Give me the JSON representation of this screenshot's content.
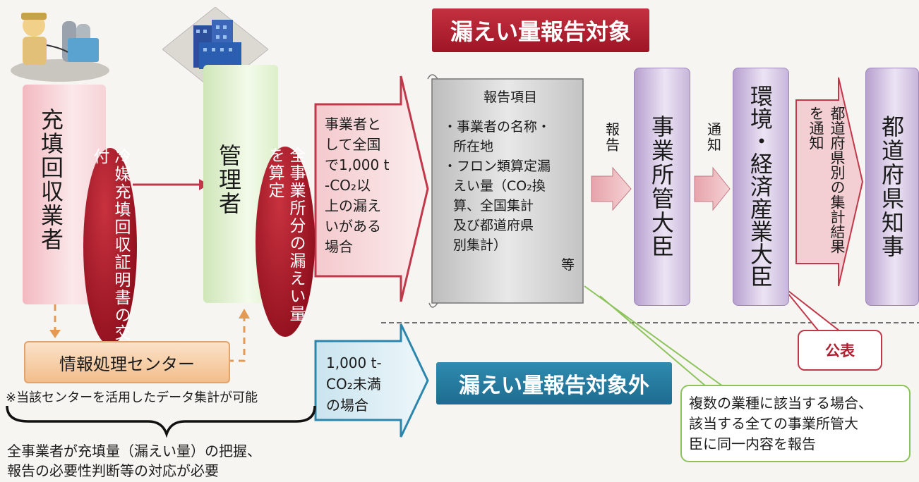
{
  "header": {
    "target_label": "漏えい量報告対象"
  },
  "collector": {
    "label": "充填回収業者",
    "oval": "冷媒充填回収証明書の交付"
  },
  "manager": {
    "label": "管理者",
    "oval": "全事業所分の漏えい量を算定"
  },
  "info_center": {
    "label": "情報処理センター",
    "note": "※当該センターを活用したデータ集計が可能"
  },
  "bottom_note": {
    "line1": "全事業者が充填量（漏えい量）の把握、",
    "line2": "報告の必要性判断等の対応が必要"
  },
  "condition_over": {
    "l1": "事業者と",
    "l2": "して全国",
    "l3": "で1,000 t",
    "l4": "-CO₂以",
    "l5": "上の漏え",
    "l6": "いがある",
    "l7": "場合"
  },
  "condition_under": {
    "l1": "1,000 t-",
    "l2": "CO₂未満",
    "l3": "の場合"
  },
  "non_target_label": "漏えい量報告対象外",
  "report_scroll": {
    "title": "報告項目",
    "i1a": "・事業者の名称・",
    "i1b": "所在地",
    "i2a": "・フロン類算定漏",
    "i2b": "えい量（CO₂換",
    "i2c": "算、全国集計",
    "i2d": "及び都道府県",
    "i2e": "別集計）",
    "etc": "等"
  },
  "flow": {
    "report_label": "報告",
    "notify_label": "通知",
    "ministers": "事業所管大臣",
    "meti": "環境・経済産業大臣",
    "notify_results": "都道府県別の集計結果を通知",
    "governor": "都道府県知事",
    "publication": "公表"
  },
  "multi_note": {
    "l1": "複数の業種に該当する場合、",
    "l2": "該当する全ての事業所管大",
    "l3": "臣に同一内容を報告"
  },
  "colors": {
    "red": "#b01f2f",
    "blue": "#1e6c8f",
    "green": "#8cc35a",
    "purple": "#b79fcf",
    "orange": "#e8a060"
  }
}
